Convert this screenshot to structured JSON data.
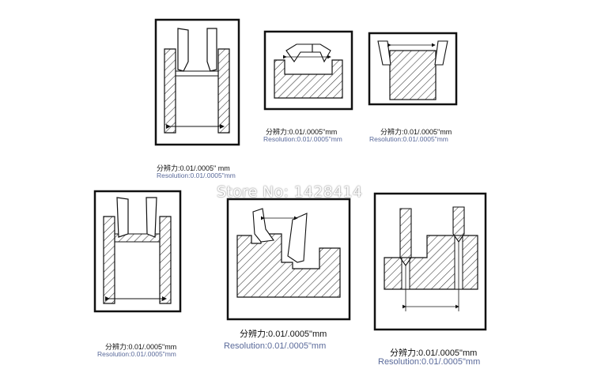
{
  "watermark": "Store No: 1428414",
  "captions": [
    {
      "id": "c1",
      "cn": "分辨力:0.01/.0005\" mm",
      "en": "Resolution:0.01/.0005\"mm"
    },
    {
      "id": "c2",
      "cn": "分辨力:0.01/.0005\"mm",
      "en": "Resolution:0.01/.0005\"mm"
    },
    {
      "id": "c3",
      "cn": "分辨力:0.01/.0005\"mm",
      "en": "Resolution:0.01/.0005\"mm"
    },
    {
      "id": "c4",
      "cn": "分辨力:0.01/.0005\"mm",
      "en": "Resolution:0.01/.0005\"mm"
    },
    {
      "id": "c5",
      "cn": "分辨力:0.01/.0005\"mm",
      "en": "Resolution:0.01/.0005\"mm"
    },
    {
      "id": "c6",
      "cn": "分辨力:0.01/.0005\"mm",
      "en": "Resolution:0.01/.0005\"mm"
    }
  ],
  "colors": {
    "line": "#111111",
    "hatch": "#333333",
    "caption_en": "#5a6a9a"
  }
}
